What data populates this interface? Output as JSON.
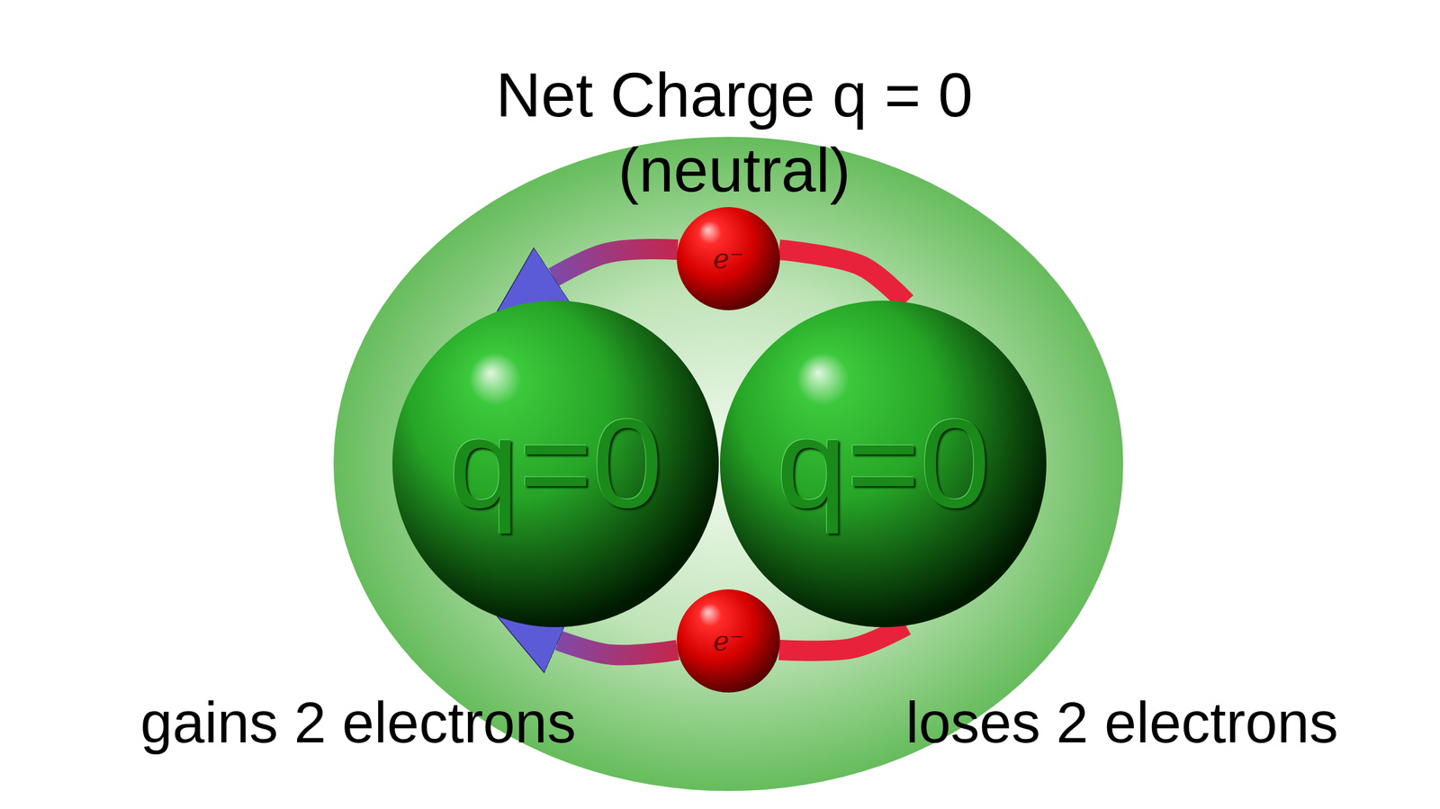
{
  "diagram": {
    "nodes": [
      {
        "text": [
          "Net Charge q = 0",
          "(neutral)"
        ]
      },
      {
        "text": [
          "q=0"
        ],
        "in": 0
      },
      {
        "text": [
          "q=0"
        ],
        "in": 0
      },
      {
        "text": [
          "e⁻"
        ],
        "in": 0
      },
      {
        "text": [
          "e⁻"
        ],
        "in": 0
      }
    ],
    "edges": [
      {
        "from": 2,
        "to": 3,
        "arrow": "none"
      },
      {
        "from": 3,
        "to": 1,
        "arrow": "to"
      },
      {
        "from": 2,
        "to": 4,
        "arrow": "none"
      },
      {
        "from": 4,
        "to": 1,
        "arrow": "to"
      }
    ],
    "labels": [
      "gains 2 electrons",
      "loses 2 electrons"
    ]
  }
}
